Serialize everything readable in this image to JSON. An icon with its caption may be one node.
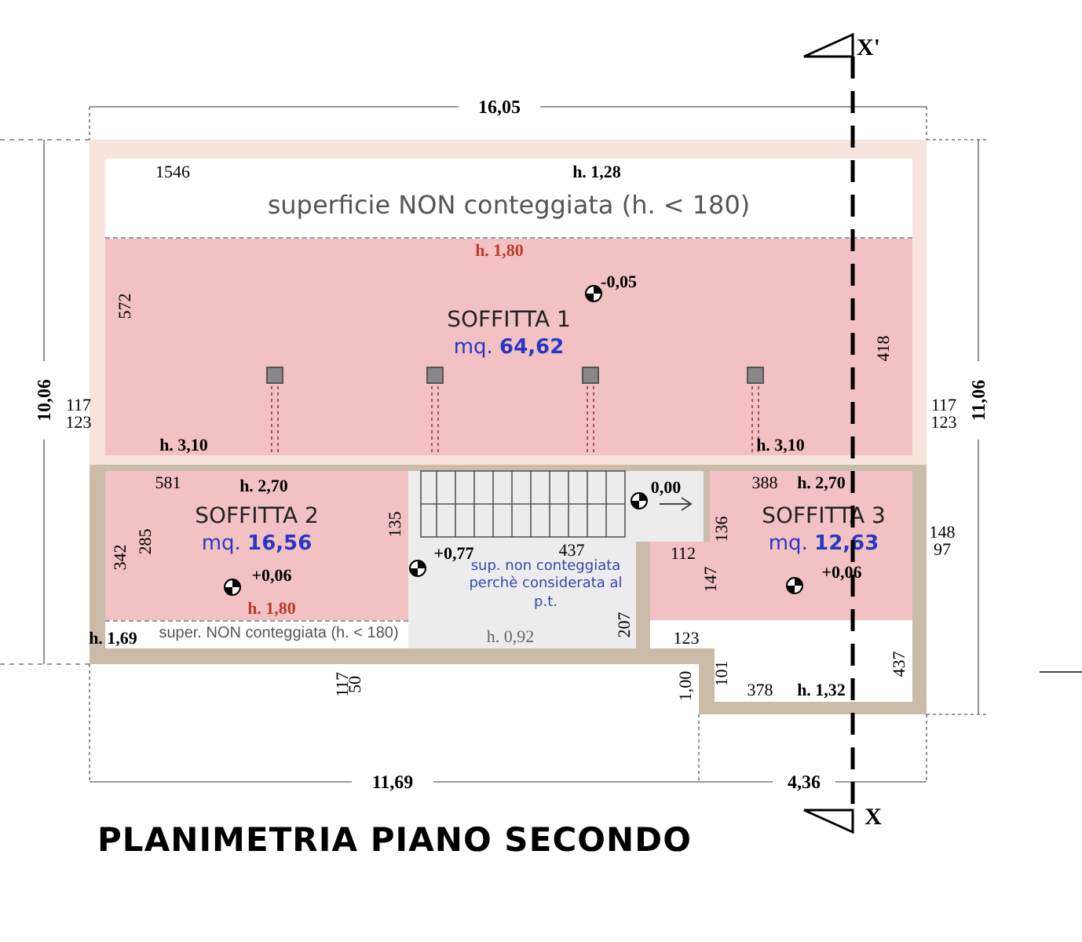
{
  "diagram": {
    "title": "PLANIMETRIA PIANO SECONDO",
    "nodes": [
      {
        "text": [
          "superficie NON conteggiata (h. < 180)"
        ]
      },
      {
        "text": [
          "SOFFITTA 1",
          "mq. **64,62**"
        ]
      },
      {
        "text": [
          "SOFFITTA 2",
          "mq. **16,56**"
        ]
      },
      {
        "text": [
          "SOFFITTA 3",
          "mq. **12,63**"
        ]
      },
      {
        "text": [
          "super. NON conteggiata (h. < 180)"
        ]
      },
      {
        "text": [
          "sup. non conteggiata perchè considerata al p.t."
        ]
      }
    ],
    "labels": [
      "X'",
      "16,05",
      "1546",
      "h. 1,28",
      "h. 1,80",
      "-0,05",
      "572",
      "418",
      "10,06",
      "11,06",
      "117",
      "123",
      "117",
      "123",
      "h. 3,10",
      "h. 3,10",
      "581",
      "h. 2,70",
      "0,00",
      "388",
      "h. 2,70",
      "342",
      "285",
      "135",
      "136",
      "+0,77",
      "437",
      "112",
      "148",
      "97",
      "147",
      "+0,06",
      "+0,06",
      "h. 1,80",
      "207",
      "h. 1,69",
      "h. 0,92",
      "123",
      "1,00",
      "101",
      "378",
      "h. 1,32",
      "437",
      "117",
      "50",
      "11,69",
      "4,36",
      "X"
    ]
  }
}
